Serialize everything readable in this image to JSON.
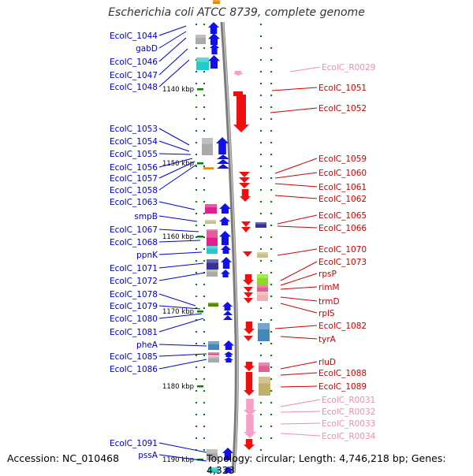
{
  "title": "Escherichia coli ATCC 8739, complete genome",
  "footer": {
    "accession": "Accession: NC_010468",
    "topology": "Topology: circular; Length: 4,746,218 bp; Genes: 4,323"
  },
  "colors": {
    "left_label": "#0000cc",
    "right_label": "#cc0000",
    "rna_label": "#f08cb4",
    "plus_strand_gene": "#1010ee",
    "minus_strand_gene": "#ee1010",
    "rna_gene": "#f8a0c8",
    "backbone": "#888888",
    "tick": "#008000"
  },
  "icons": [
    "gene-arrow-icon",
    "gene-block-icon"
  ],
  "scale_ticks": [
    "1140 kbp",
    "1150 kbp",
    "1160 kbp",
    "1170 kbp",
    "1180 kbp",
    "1190 kbp"
  ],
  "left_labels": [
    "EcolC_1044",
    "gabD",
    "EcolC_1046",
    "EcolC_1047",
    "EcolC_1048",
    "EcolC_1053",
    "EcolC_1054",
    "EcolC_1055",
    "EcolC_1056",
    "EcolC_1057",
    "EcolC_1058",
    "EcolC_1063",
    "smpB",
    "EcolC_1067",
    "EcolC_1068",
    "ppnK",
    "EcolC_1071",
    "EcolC_1072",
    "EcolC_1078",
    "EcolC_1079",
    "EcolC_1080",
    "EcolC_1081",
    "pheA",
    "EcolC_1085",
    "EcolC_1086",
    "EcolC_1091",
    "pssA"
  ],
  "right_labels": [
    "EcolC_R0029",
    "EcolC_1051",
    "EcolC_1052",
    "EcolC_1059",
    "EcolC_1060",
    "EcolC_1061",
    "EcolC_1062",
    "EcolC_1065",
    "EcolC_1066",
    "EcolC_1070",
    "EcolC_1073",
    "rpsP",
    "rimM",
    "trmD",
    "rplS",
    "EcolC_1082",
    "tyrA",
    "rluD",
    "EcolC_1088",
    "EcolC_1089",
    "EcolC_R0031",
    "EcolC_R0032",
    "EcolC_R0033",
    "EcolC_R0034"
  ]
}
